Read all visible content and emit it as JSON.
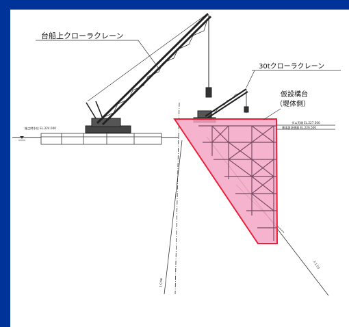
{
  "labels": {
    "barge_crane": "台船上クローラクレーン",
    "crawler_30t": "30tクローラクレーン",
    "scaffold_title": "仮設構台",
    "scaffold_sub": "（堤体側）"
  },
  "small_text": {
    "water_level": "施工時水位 EL.224.000",
    "dam_top": "ダム天端 EL.227.500",
    "foundation": "基本設計標高 EL.226.500",
    "slope_left": "1:0.96",
    "slope_right": "1:1.03"
  },
  "colors": {
    "border": "#003399",
    "highlight_fill": "#f4a6c4",
    "highlight_stroke": "#e8203a",
    "lines": "#333333"
  }
}
